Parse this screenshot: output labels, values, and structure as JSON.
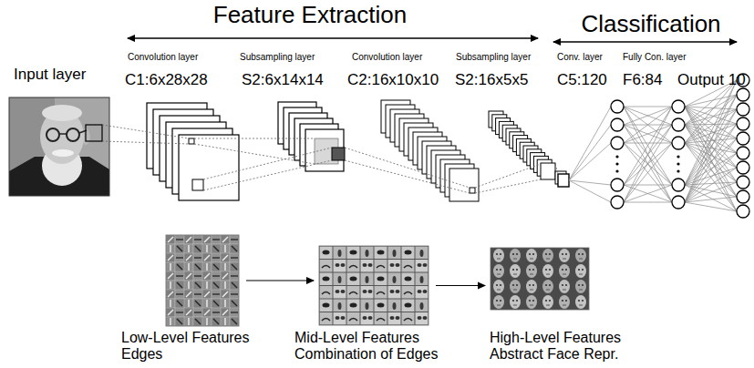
{
  "diagram": {
    "nodes": [
      {
        "text": [
          "Low-Level Features Edges"
        ]
      },
      {
        "text": [
          "Mid-Level Features Combination of Edges"
        ]
      },
      {
        "text": [
          "High-Level Features Abstract Face Repr."
        ]
      }
    ],
    "edges": [
      {
        "from": 0,
        "to": 1,
        "arrow": "to"
      },
      {
        "from": 1,
        "to": 2,
        "arrow": "to"
      }
    ],
    "labels": [
      "Feature Extraction",
      "Classification",
      "Input layer",
      "Convolution layer",
      "C1:6x28x28",
      "Subsampling layer",
      "S2:6x14x14",
      "Convolution layer",
      "C2:16x10x10",
      "Subsampling layer",
      "S2:16x5x5",
      "Conv. layer",
      "C5:120",
      "Fully Con. layer",
      "F6:84",
      "Output 10"
    ]
  }
}
